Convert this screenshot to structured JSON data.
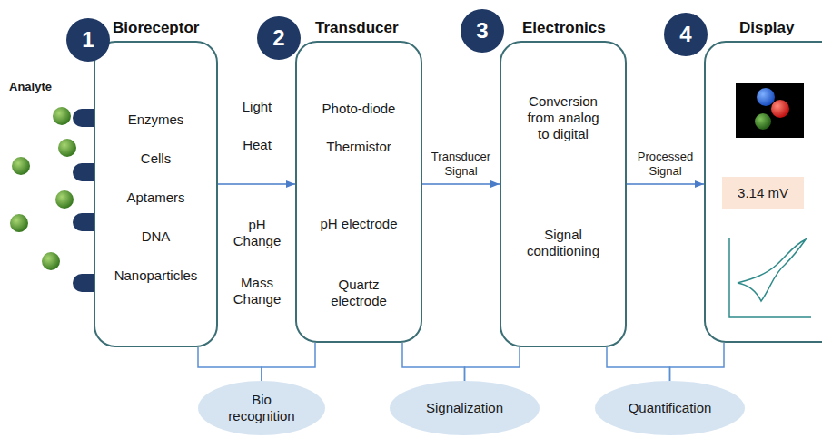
{
  "diagram": {
    "nodes": [
      {
        "text": [
          "1"
        ]
      },
      {
        "text": [
          "Bioreceptor",
          "Enzymes",
          "Cells",
          "Aptamers",
          "DNA",
          "Nanoparticles"
        ]
      },
      {
        "text": [
          "2"
        ]
      },
      {
        "text": [
          "Transducer",
          "Photo-diode",
          "Thermistor",
          "pH electrode",
          "Quartz electrode"
        ]
      },
      {
        "text": [
          "3"
        ]
      },
      {
        "text": [
          "Electronics",
          "Conversion from analog to digital",
          "Signal conditioning"
        ]
      },
      {
        "text": [
          "4"
        ]
      },
      {
        "text": [
          "Display"
        ]
      },
      {
        "text": [
          "3.14 mV"
        ],
        "in": 7
      },
      {
        "text": [
          "Bio recognition"
        ]
      },
      {
        "text": [
          "Signalization"
        ]
      },
      {
        "text": [
          "Quantification"
        ]
      }
    ],
    "edges": [
      {
        "from": 1,
        "to": 3,
        "arrow": "to"
      },
      {
        "from": 3,
        "to": 5,
        "label": "Transducer Signal",
        "arrow": "to"
      },
      {
        "from": 5,
        "to": 7,
        "label": "Processed Signal",
        "arrow": "to"
      },
      {
        "from": 1,
        "to": 9,
        "arrow": "none"
      },
      {
        "from": 3,
        "to": 9,
        "arrow": "none"
      },
      {
        "from": 3,
        "to": 10,
        "arrow": "none"
      },
      {
        "from": 5,
        "to": 10,
        "arrow": "none"
      },
      {
        "from": 5,
        "to": 11,
        "arrow": "none"
      },
      {
        "from": 7,
        "to": 11,
        "arrow": "none"
      }
    ],
    "labels": [
      "Analyte",
      "Light",
      "Heat",
      "pH Change",
      "Mass Change"
    ]
  }
}
